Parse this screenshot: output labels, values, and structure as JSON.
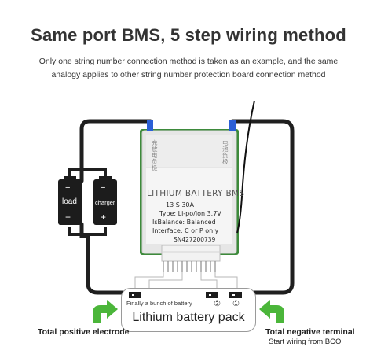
{
  "header": {
    "title": "Same port BMS, 5 step wiring method",
    "subtitle_line1": "Only one string number connection method is taken as an example, and the same",
    "subtitle_line2": "analogy applies to other string number protection board connection method"
  },
  "devices": {
    "load_label": "load",
    "charger_label": "charger",
    "minus": "−",
    "plus": "+"
  },
  "bms": {
    "title": "LITHIUM BATTERY BMS",
    "spec": "13   S      30A",
    "type": "Type:   Li-po/ion 3.7V",
    "balance": "IsBalance:  Balanced",
    "interface": "Interface:    C or P only",
    "serial": "SN427200739",
    "cn_left": "充放电负极",
    "cn_right": "电池负极"
  },
  "pack": {
    "label": "Lithium battery pack",
    "note": "Finally a bunch of battery",
    "step2": "②",
    "step1": "①"
  },
  "labels": {
    "positive": "Total positive electrode",
    "negative": "Total negative terminal",
    "negative_note": "Start wiring from BCO"
  },
  "colors": {
    "wire": "#1f1f1f",
    "arrow": "#4bb63a",
    "bms_board": "#e4e4e4",
    "pcb_edge": "#3d8a3b"
  }
}
